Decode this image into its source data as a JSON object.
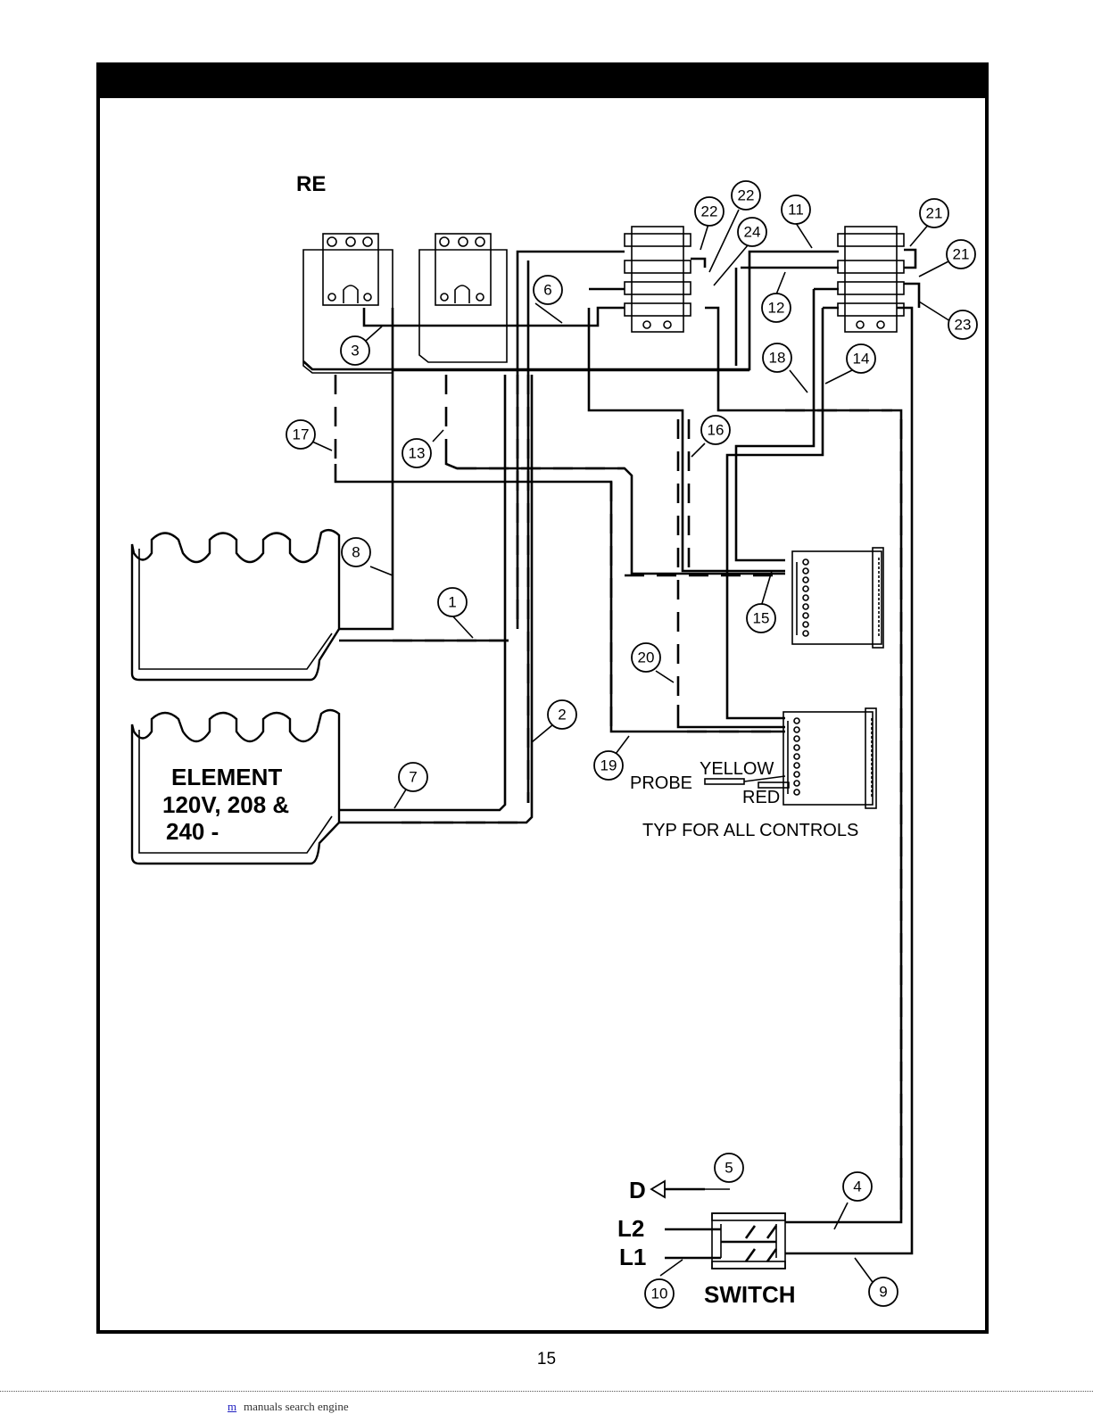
{
  "diagram": {
    "labels": {
      "top_left": "RE",
      "element_line1": "ELEMENT",
      "element_line2": "120V, 208 &",
      "element_line3": "240 -",
      "probe": "PROBE",
      "yellow": "YELLOW",
      "red": "RED",
      "typ_note": "TYP FOR ALL CONTROLS",
      "d_label": "D",
      "l2": "L2",
      "l1": "L1",
      "switch": "SWITCH"
    },
    "callouts": [
      "1",
      "2",
      "3",
      "4",
      "5",
      "6",
      "7",
      "8",
      "9",
      "10",
      "11",
      "12",
      "13",
      "14",
      "15",
      "16",
      "17",
      "18",
      "19",
      "20",
      "21",
      "21",
      "22",
      "22",
      "23",
      "24"
    ]
  },
  "page_number": "15",
  "footer": {
    "link_text": "m",
    "text": "manuals search engine"
  }
}
